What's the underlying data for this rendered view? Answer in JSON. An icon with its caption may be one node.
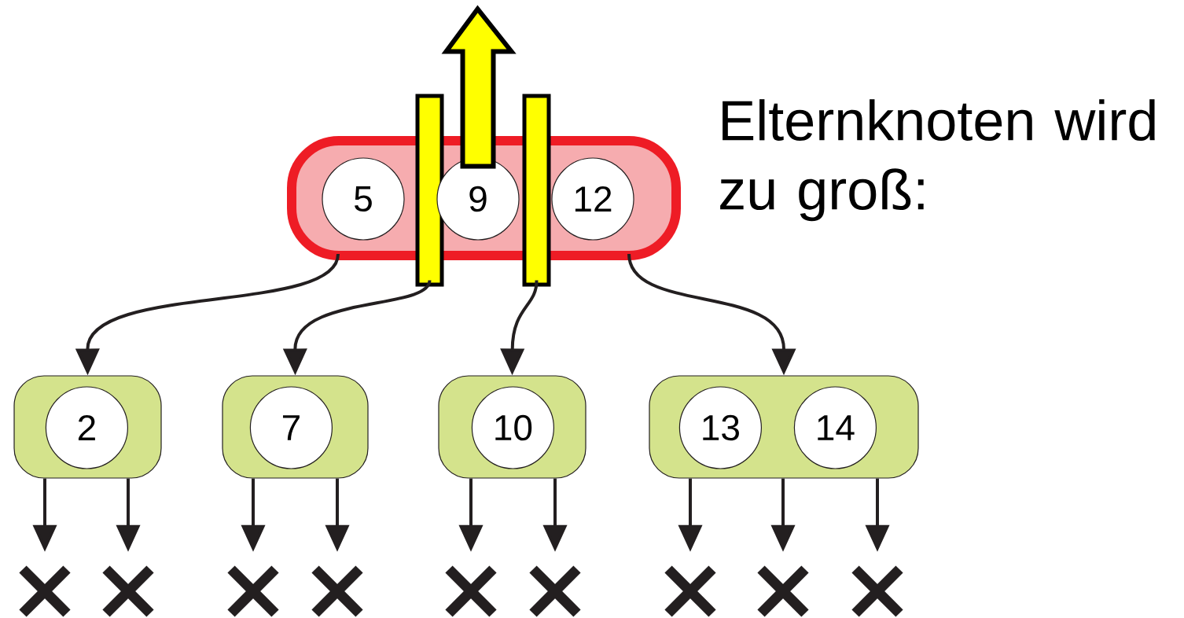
{
  "diagram": {
    "nodes": [
      {
        "text": [],
        "shape": "box"
      },
      {
        "text": [
          "5"
        ],
        "in": 0
      },
      {
        "text": [
          "9"
        ],
        "in": 0
      },
      {
        "text": [
          "12"
        ],
        "in": 0
      },
      {
        "text": [],
        "shape": "box"
      },
      {
        "text": [
          "2"
        ],
        "in": 4
      },
      {
        "text": [],
        "shape": "box"
      },
      {
        "text": [
          "7"
        ],
        "in": 6
      },
      {
        "text": [],
        "shape": "box"
      },
      {
        "text": [
          "10"
        ],
        "in": 8
      },
      {
        "text": [],
        "shape": "box"
      },
      {
        "text": [
          "13"
        ],
        "in": 10
      },
      {
        "text": [
          "14"
        ],
        "in": 10
      },
      {
        "text": [],
        "shape": "bar"
      },
      {
        "text": [],
        "shape": "bar"
      },
      {
        "text": [],
        "shape": "cross"
      },
      {
        "text": [],
        "shape": "cross"
      },
      {
        "text": [],
        "shape": "cross"
      },
      {
        "text": [],
        "shape": "cross"
      },
      {
        "text": [],
        "shape": "cross"
      },
      {
        "text": [],
        "shape": "cross"
      },
      {
        "text": [],
        "shape": "cross"
      },
      {
        "text": [],
        "shape": "cross"
      },
      {
        "text": [],
        "shape": "cross"
      }
    ],
    "edges": [
      {
        "from": 2,
        "to": null,
        "arrow": "to",
        "style": "thick",
        "color": "#ffff00"
      },
      {
        "from": 0,
        "to": 4,
        "arrow": "to"
      },
      {
        "from": 13,
        "to": 6,
        "arrow": "to"
      },
      {
        "from": 14,
        "to": 8,
        "arrow": "to"
      },
      {
        "from": 0,
        "to": 10,
        "arrow": "to"
      },
      {
        "from": 4,
        "to": 15,
        "arrow": "to"
      },
      {
        "from": 4,
        "to": 16,
        "arrow": "to"
      },
      {
        "from": 6,
        "to": 17,
        "arrow": "to"
      },
      {
        "from": 6,
        "to": 18,
        "arrow": "to"
      },
      {
        "from": 8,
        "to": 19,
        "arrow": "to"
      },
      {
        "from": 8,
        "to": 20,
        "arrow": "to"
      },
      {
        "from": 10,
        "to": 21,
        "arrow": "to"
      },
      {
        "from": 10,
        "to": 22,
        "arrow": "to"
      },
      {
        "from": 10,
        "to": 23,
        "arrow": "to"
      }
    ],
    "labels": [
      "Elternknoten wird zu groß:"
    ]
  }
}
